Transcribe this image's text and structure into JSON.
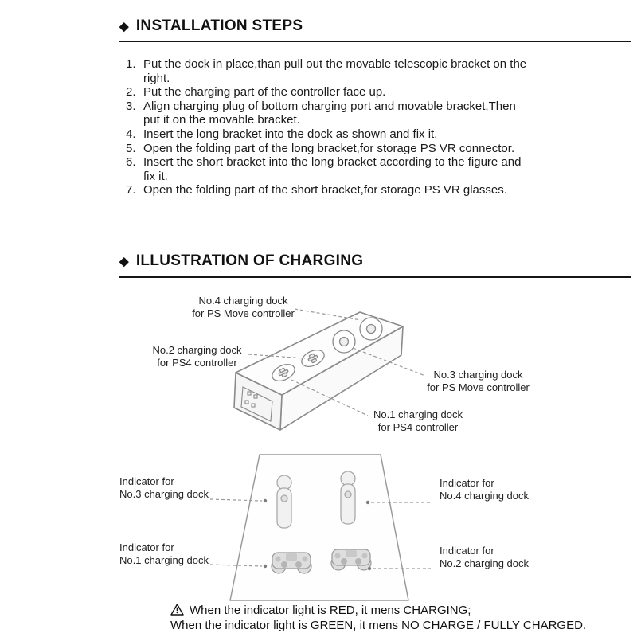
{
  "installation": {
    "diamond": "◆",
    "title": "INSTALLATION STEPS",
    "steps": [
      {
        "num": "1.",
        "text": "Put the dock in place,than pull out the movable telescopic bracket on the right."
      },
      {
        "num": "2.",
        "text": "Put the charging part of the controller face up."
      },
      {
        "num": "3.",
        "text": "Align charging plug of bottom charging port and movable bracket,Then put it on the movable bracket."
      },
      {
        "num": "4.",
        "text": "Insert the long bracket into the dock as shown and fix it."
      },
      {
        "num": "5.",
        "text": "Open the folding part of the long bracket,for storage PS VR connector."
      },
      {
        "num": "6.",
        "text": "Insert the short bracket into the long bracket according to the figure and fix it."
      },
      {
        "num": "7.",
        "text": "Open the folding part of the short bracket,for storage PS VR glasses."
      }
    ]
  },
  "charging": {
    "diamond": "◆",
    "title": "ILLUSTRATION OF CHARGING",
    "dock_labels": {
      "no4": {
        "line1": "No.4 charging dock",
        "line2": "for PS Move controller"
      },
      "no2": {
        "line1": "No.2 charging dock",
        "line2": "for PS4 controller"
      },
      "no3": {
        "line1": "No.3 charging dock",
        "line2": "for PS Move controller"
      },
      "no1": {
        "line1": "No.1 charging dock",
        "line2": "for PS4 controller"
      }
    },
    "indicator_labels": {
      "no3": {
        "line1": "Indicator for",
        "line2": "No.3 charging dock"
      },
      "no4": {
        "line1": "Indicator for",
        "line2": "No.4 charging dock"
      },
      "no1": {
        "line1": "Indicator for",
        "line2": "No.1 charging dock"
      },
      "no2": {
        "line1": "Indicator for",
        "line2": "No.2 charging dock"
      }
    }
  },
  "footer": {
    "line1": "When the indicator light is RED, it mens CHARGING;",
    "line2": "When the indicator light is GREEN, it mens NO CHARGE / FULLY CHARGED."
  }
}
